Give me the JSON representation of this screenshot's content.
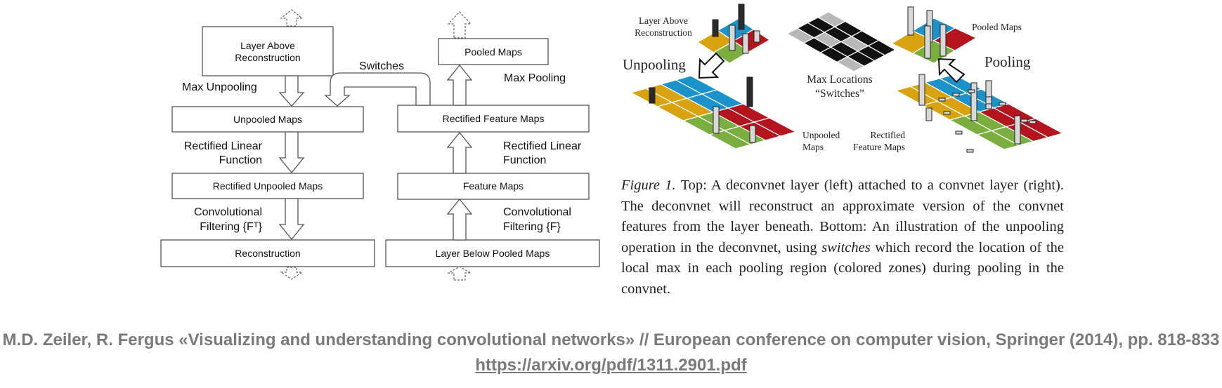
{
  "flow": {
    "layer_above": [
      "Layer Above",
      "Reconstruction"
    ],
    "max_unpooling": "Max Unpooling",
    "unpooled_maps": "Unpooled Maps",
    "rectified_linear_left": [
      "Rectified Linear",
      "Function"
    ],
    "rectified_unpooled_maps": "Rectified Unpooled Maps",
    "conv_filtering_left": [
      "Convolutional",
      "Filtering {Fᵀ}"
    ],
    "reconstruction": "Reconstruction",
    "switches": "Switches",
    "pooled_maps": "Pooled Maps",
    "max_pooling": "Max Pooling",
    "rectified_feature_maps": "Rectified Feature Maps",
    "rectified_linear_right": [
      "Rectified Linear",
      "Function"
    ],
    "feature_maps": "Feature Maps",
    "conv_filtering_right": [
      "Convolutional",
      "Filtering {F}"
    ],
    "layer_below": "Layer Below Pooled Maps"
  },
  "illustration": {
    "layer_above": [
      "Layer Above",
      "Reconstruction"
    ],
    "unpooling": "Unpooling",
    "max_locations": [
      "Max Locations",
      "“Switches”"
    ],
    "pooled_maps": "Pooled Maps",
    "pooling": "Pooling",
    "unpooled_maps": [
      "Unpooled",
      "Maps"
    ],
    "rectified_feature_maps": [
      "Rectified",
      "Feature Maps"
    ]
  },
  "caption": {
    "label": "Figure 1.",
    "part1": " Top: A deconvnet layer (left) attached to a convnet layer (right). The deconvnet will reconstruct an approximate version of the convnet features from the layer beneath. Bottom: An illustration of the unpooling operation in the deconvnet, using ",
    "switches": "switches",
    "part2": " which record the location of the local max in each pooling region (colored zones) during pooling in the convnet."
  },
  "citation": {
    "text": "M.D. Zeiler, R. Fergus «Visualizing and understanding convolutional networks» // European conference on computer vision, Springer (2014), pp. 818-833 ",
    "link": "https://arxiv.org/pdf/1311.2901.pdf"
  },
  "colors": {
    "yellow": "#d9a20f",
    "green": "#7aae3f",
    "blue": "#1b92c9",
    "red": "#b3141e",
    "citation_gray": "#7a7a7a"
  }
}
